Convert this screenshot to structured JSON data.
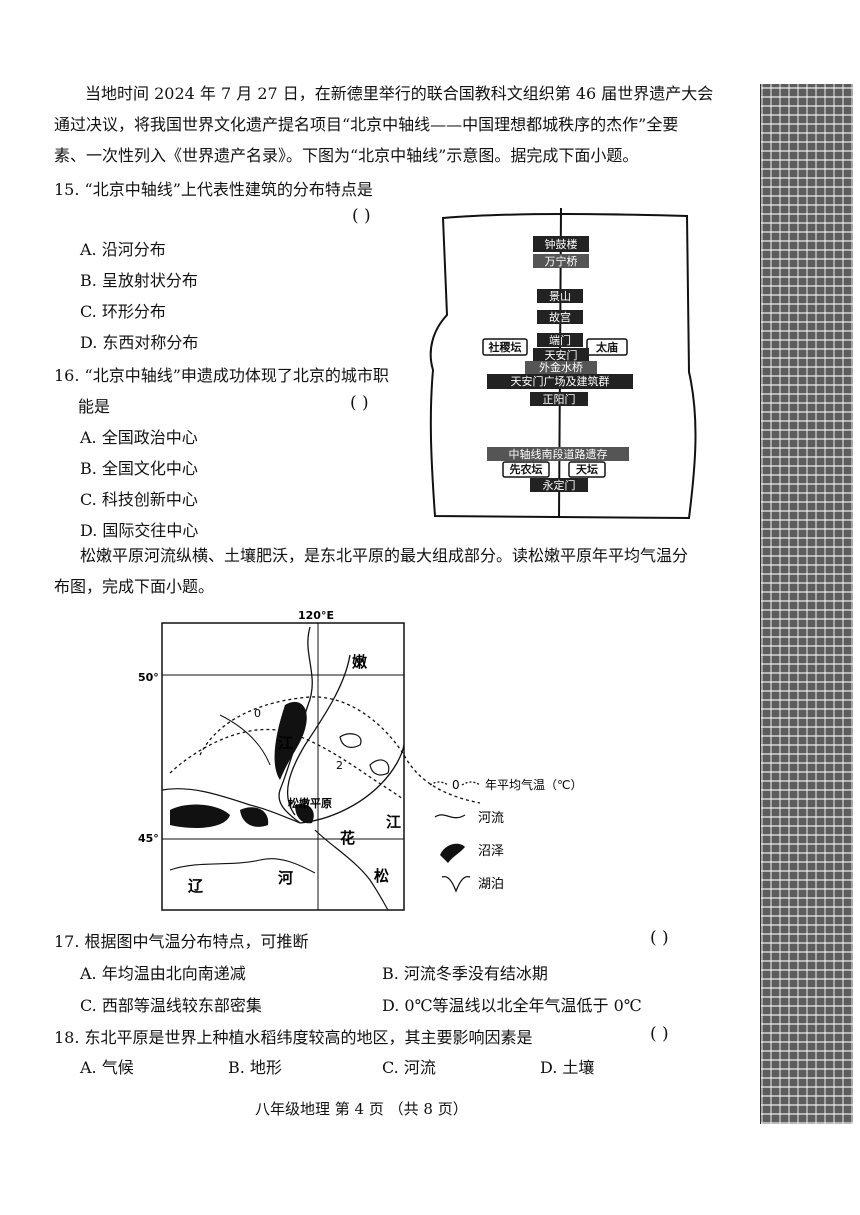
{
  "intro": {
    "line1": "当地时间 2024 年 7 月 27 日，在新德里举行的联合国教科文组织第 46 届世界遗产大会",
    "line2": "通过决议，将我国世界文化遗产提名项目“北京中轴线——中国理想都城秩序的杰作”全要",
    "line3": "素、一次性列入《世界遗产名录》。下图为“北京中轴线”示意图。据完成下面小题。"
  },
  "q15": {
    "stem": "15. “北京中轴线”上代表性建筑的分布特点是",
    "bracket": "(      )",
    "options": [
      "A. 沿河分布",
      "B. 呈放射状分布",
      "C. 环形分布",
      "D. 东西对称分布"
    ]
  },
  "q16": {
    "stem_line1": "16. “北京中轴线”申遗成功体现了北京的城市职",
    "stem_line2": "能是",
    "bracket": "(      )",
    "options": [
      "A. 全国政治中心",
      "B. 全国文化中心",
      "C. 科技创新中心",
      "D. 国际交往中心"
    ]
  },
  "axis_map": {
    "labels": {
      "zhonggulou": "钟鼓楼",
      "wanningqiao": "万宁桥",
      "jingshan": "景山",
      "gugong": "故宫",
      "duanmen": "端门",
      "shejitan": "社稷坛",
      "taimiao": "太庙",
      "tiananmen": "天安门",
      "waijinshuiqiao": "外金水桥",
      "tiananmen_square": "天安门广场及建筑群",
      "zhengyangmen": "正阳门",
      "south_road": "中轴线南段道路遗存",
      "xiannongtan": "先农坛",
      "tiantan": "天坛",
      "yongdingmen": "永定门"
    }
  },
  "songnen_intro": {
    "line1": "松嫩平原河流纵横、土壤肥沃，是东北平原的最大组成部分。读松嫩平原年平均气温分",
    "line2": "布图，完成下面小题。"
  },
  "songnen_map": {
    "lon_label": "120°E",
    "lat_50": "50°",
    "lat_45": "45°",
    "isotherm_0": "0",
    "isotherm_2": "2",
    "river_chars": {
      "nen": "嫩",
      "jiang_upper": "江",
      "hua": "花",
      "jiang_lower": "江",
      "song": "松",
      "liao": "辽",
      "he": "河"
    },
    "plain_label": "松嫩平原",
    "legend": {
      "isotherm_value": "0",
      "isotherm": "年平均气温（℃）",
      "river": "河流",
      "swamp": "沼泽",
      "lake": "湖泊"
    }
  },
  "q17": {
    "stem": "17. 根据图中气温分布特点，可推断",
    "bracket": "(      )",
    "options": [
      "A. 年均温由北向南递减",
      "B. 河流冬季没有结冰期",
      "C. 西部等温线较东部密集",
      "D. 0℃等温线以北全年气温低于 0℃"
    ]
  },
  "q18": {
    "stem": "18. 东北平原是世界上种植水稻纬度较高的地区，其主要影响因素是",
    "bracket": "(      )",
    "options": [
      "A. 气候",
      "B. 地形",
      "C. 河流",
      "D. 土壤"
    ]
  },
  "footer": "八年级地理  第 4 页  （共 8 页）"
}
